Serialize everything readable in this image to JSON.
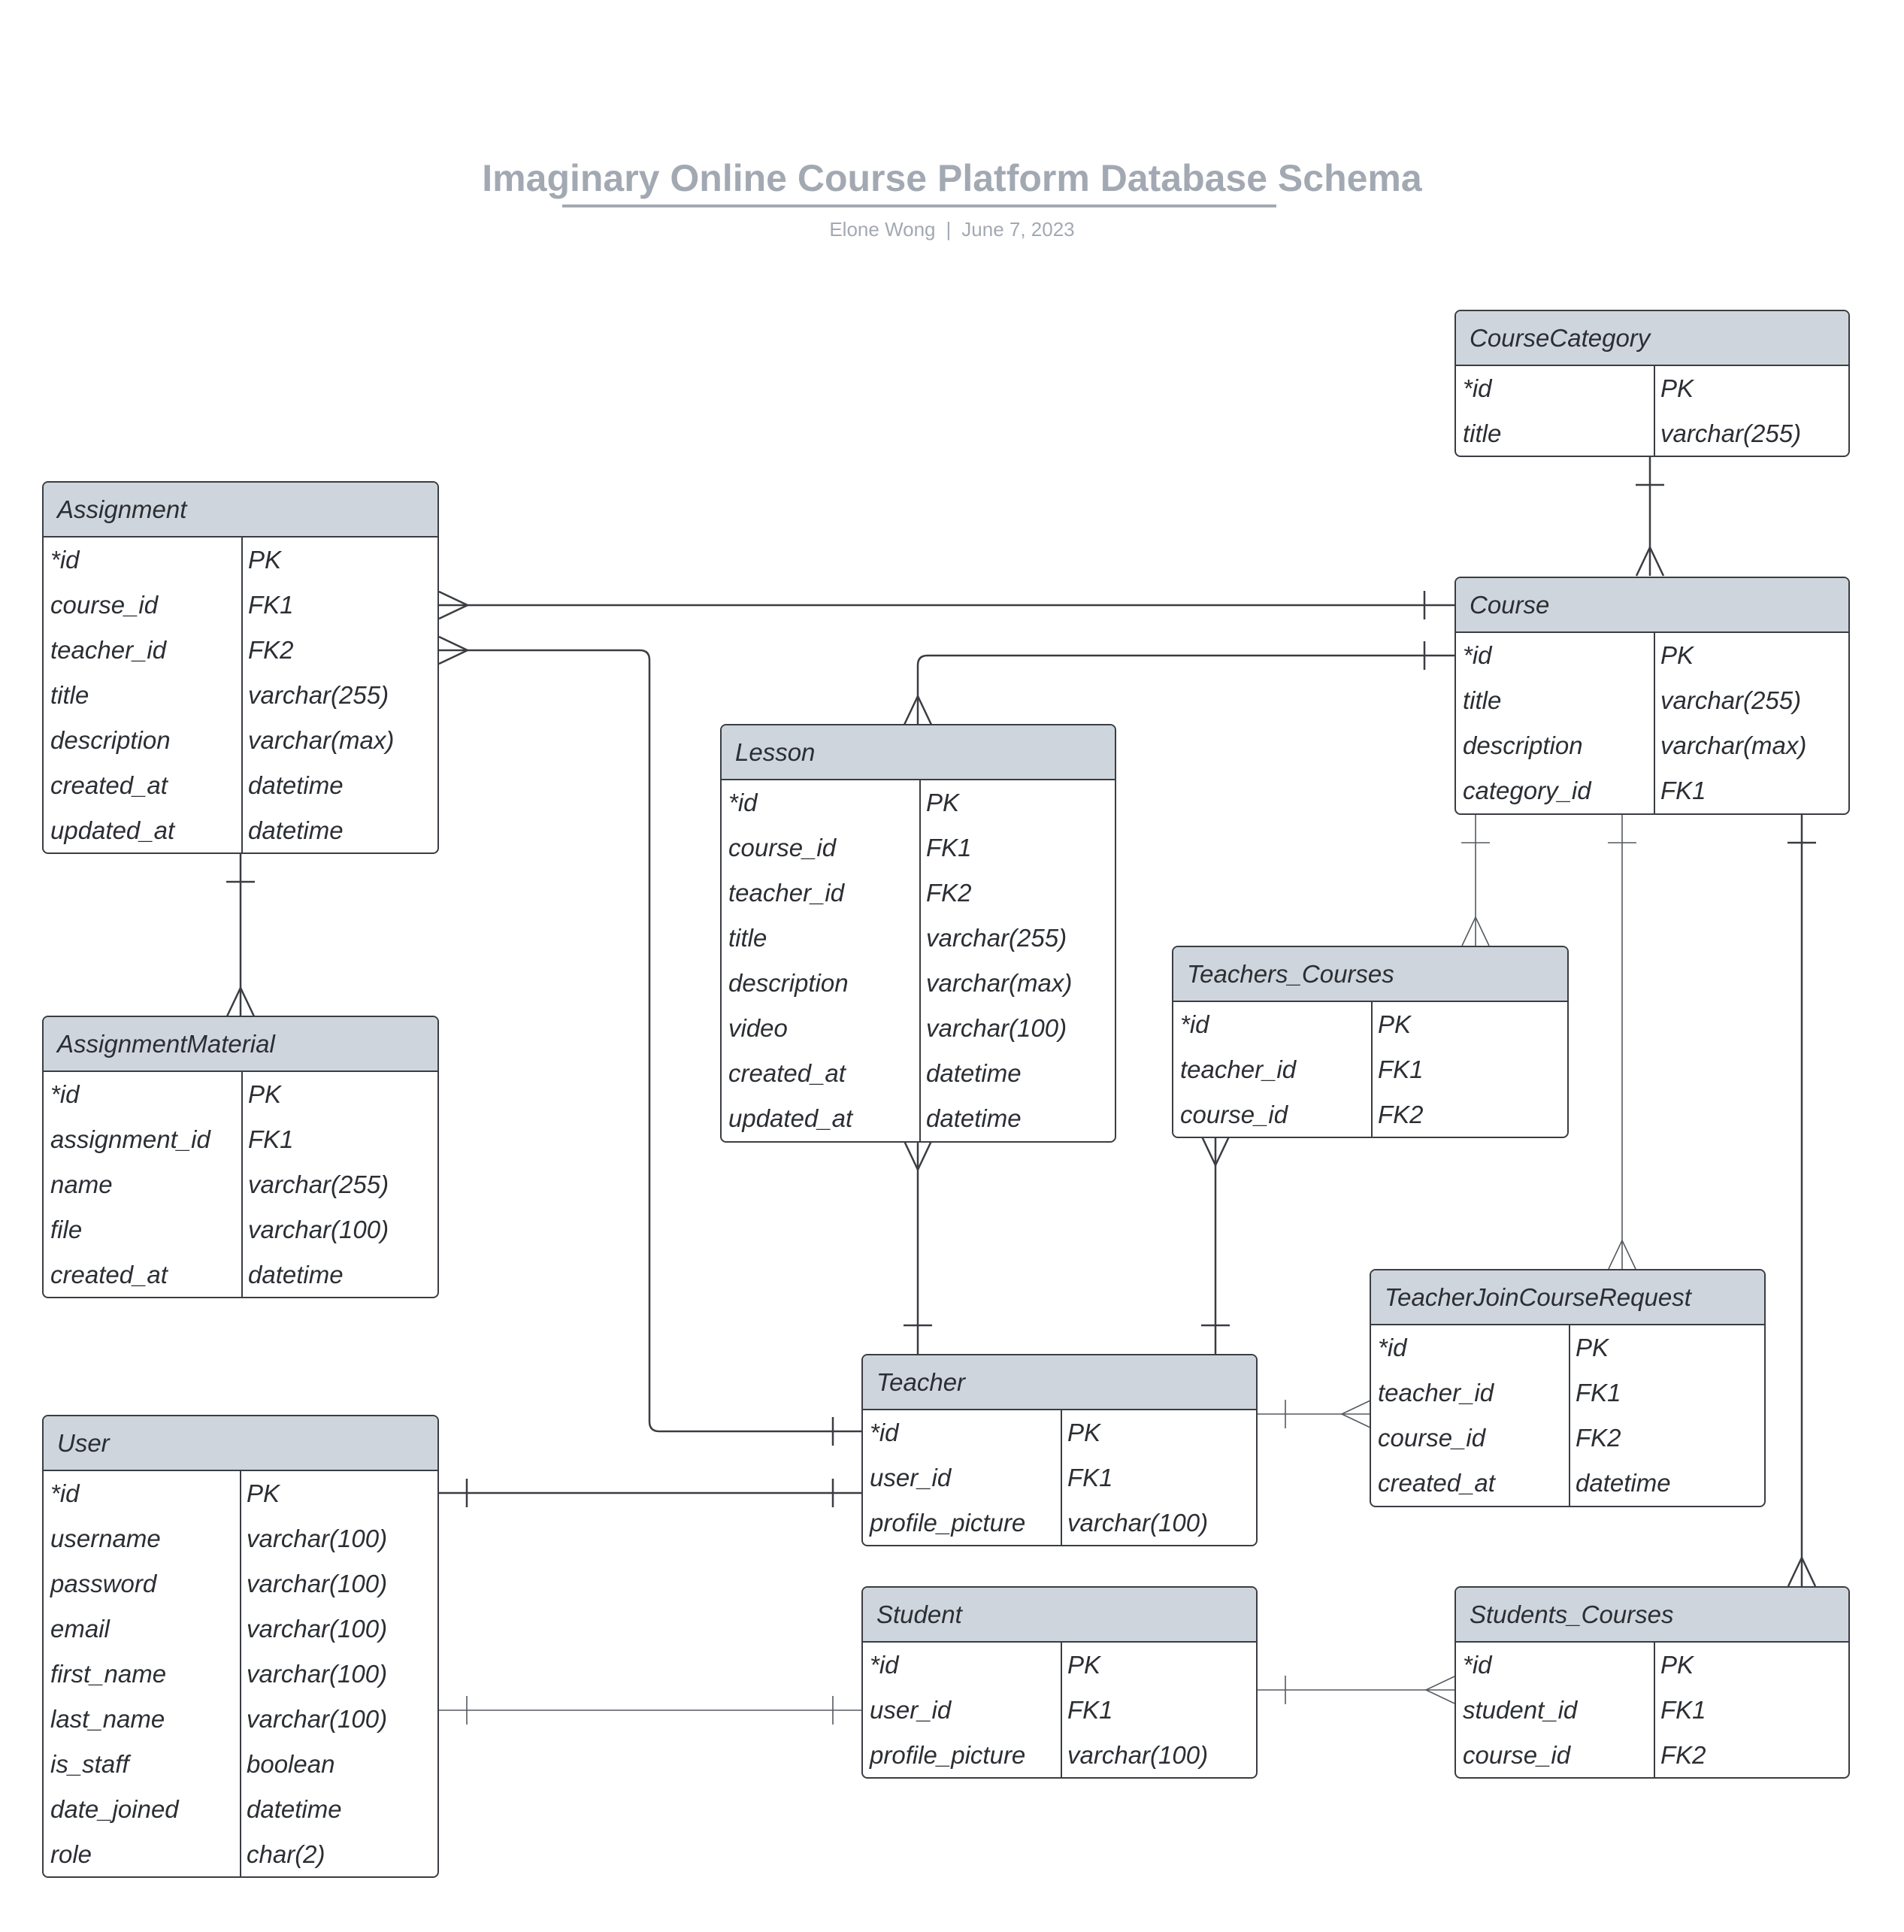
{
  "title": "Imaginary Online Course Platform Database Schema",
  "author": "Elone Wong",
  "subtitle_separator": "|",
  "date": "June 7, 2023",
  "entities": {
    "CourseCategory": {
      "name": "CourseCategory",
      "rows": [
        {
          "field": "*id",
          "type": "PK"
        },
        {
          "field": "title",
          "type": "varchar(255)"
        }
      ]
    },
    "Assignment": {
      "name": "Assignment",
      "rows": [
        {
          "field": "*id",
          "type": "PK"
        },
        {
          "field": "course_id",
          "type": "FK1"
        },
        {
          "field": "teacher_id",
          "type": "FK2"
        },
        {
          "field": "title",
          "type": "varchar(255)"
        },
        {
          "field": "description",
          "type": "varchar(max)"
        },
        {
          "field": "created_at",
          "type": "datetime"
        },
        {
          "field": "updated_at",
          "type": "datetime"
        }
      ]
    },
    "Course": {
      "name": "Course",
      "rows": [
        {
          "field": "*id",
          "type": "PK"
        },
        {
          "field": "title",
          "type": "varchar(255)"
        },
        {
          "field": "description",
          "type": "varchar(max)"
        },
        {
          "field": "category_id",
          "type": "FK1"
        }
      ]
    },
    "Lesson": {
      "name": "Lesson",
      "rows": [
        {
          "field": "*id",
          "type": "PK"
        },
        {
          "field": "course_id",
          "type": "FK1"
        },
        {
          "field": "teacher_id",
          "type": "FK2"
        },
        {
          "field": "title",
          "type": "varchar(255)"
        },
        {
          "field": "description",
          "type": "varchar(max)"
        },
        {
          "field": "video",
          "type": "varchar(100)"
        },
        {
          "field": "created_at",
          "type": "datetime"
        },
        {
          "field": "updated_at",
          "type": "datetime"
        }
      ]
    },
    "Teachers_Courses": {
      "name": "Teachers_Courses",
      "rows": [
        {
          "field": "*id",
          "type": "PK"
        },
        {
          "field": "teacher_id",
          "type": "FK1"
        },
        {
          "field": "course_id",
          "type": "FK2"
        }
      ]
    },
    "AssignmentMaterial": {
      "name": "AssignmentMaterial",
      "rows": [
        {
          "field": "*id",
          "type": "PK"
        },
        {
          "field": "assignment_id",
          "type": "FK1"
        },
        {
          "field": "name",
          "type": "varchar(255)"
        },
        {
          "field": "file",
          "type": "varchar(100)"
        },
        {
          "field": "created_at",
          "type": "datetime"
        }
      ]
    },
    "TeacherJoinCourseRequest": {
      "name": "TeacherJoinCourseRequest",
      "rows": [
        {
          "field": "*id",
          "type": "PK"
        },
        {
          "field": "teacher_id",
          "type": "FK1"
        },
        {
          "field": "course_id",
          "type": "FK2"
        },
        {
          "field": "created_at",
          "type": "datetime"
        }
      ]
    },
    "Teacher": {
      "name": "Teacher",
      "rows": [
        {
          "field": "*id",
          "type": "PK"
        },
        {
          "field": "user_id",
          "type": "FK1"
        },
        {
          "field": "profile_picture",
          "type": "varchar(100)"
        }
      ]
    },
    "User": {
      "name": "User",
      "rows": [
        {
          "field": "*id",
          "type": "PK"
        },
        {
          "field": "username",
          "type": "varchar(100)"
        },
        {
          "field": "password",
          "type": "varchar(100)"
        },
        {
          "field": "email",
          "type": "varchar(100)"
        },
        {
          "field": "first_name",
          "type": "varchar(100)"
        },
        {
          "field": "last_name",
          "type": "varchar(100)"
        },
        {
          "field": "is_staff",
          "type": "boolean"
        },
        {
          "field": "date_joined",
          "type": "datetime"
        },
        {
          "field": "role",
          "type": "char(2)"
        }
      ]
    },
    "Student": {
      "name": "Student",
      "rows": [
        {
          "field": "*id",
          "type": "PK"
        },
        {
          "field": "user_id",
          "type": "FK1"
        },
        {
          "field": "profile_picture",
          "type": "varchar(100)"
        }
      ]
    },
    "Students_Courses": {
      "name": "Students_Courses",
      "rows": [
        {
          "field": "*id",
          "type": "PK"
        },
        {
          "field": "student_id",
          "type": "FK1"
        },
        {
          "field": "course_id",
          "type": "FK2"
        }
      ]
    }
  }
}
